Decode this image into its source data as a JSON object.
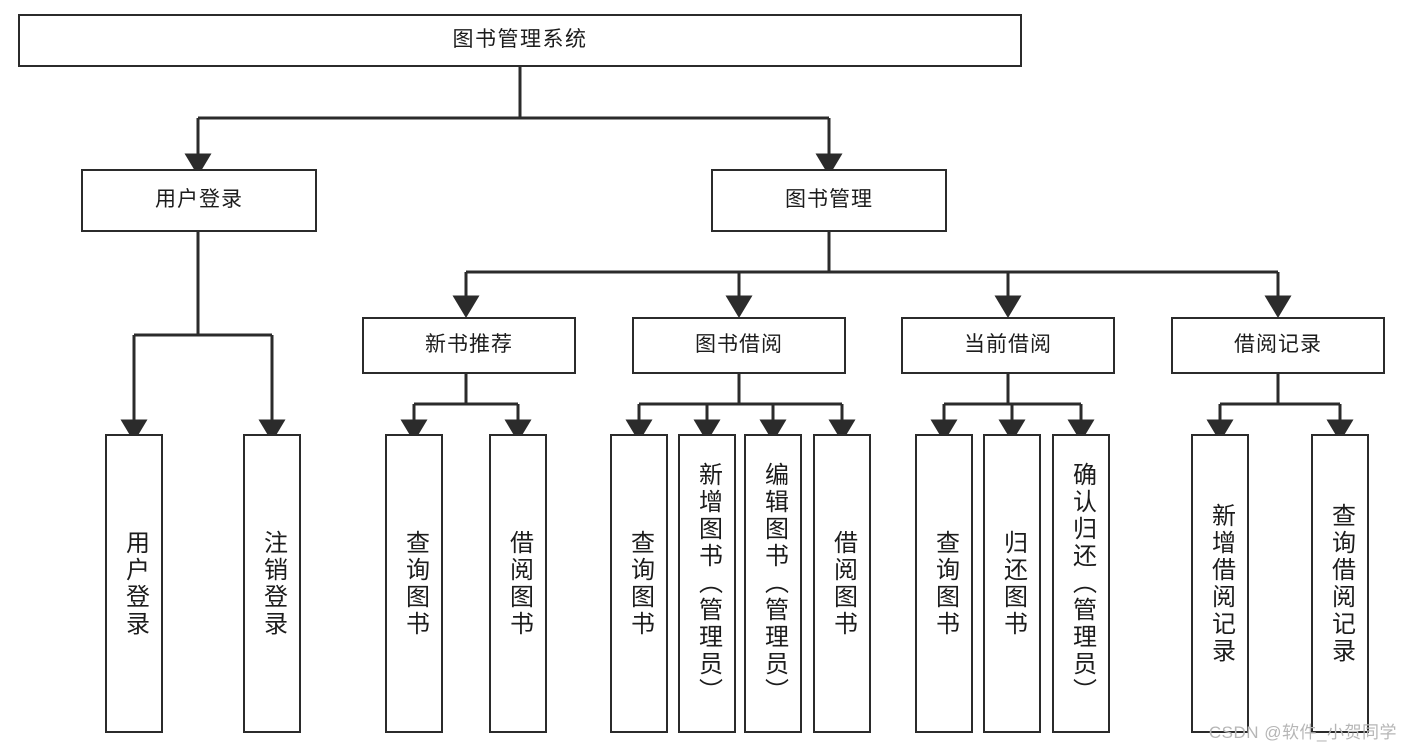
{
  "diagram": {
    "title": "图书管理系统",
    "type": "tree-hierarchy-chart",
    "colors": {
      "box_border": "#2b2b2b",
      "box_fill": "#ffffff",
      "edge": "#2b2b2b",
      "text": "#1c1c1c",
      "watermark": "#b6b6b6",
      "background": "#ffffff"
    },
    "watermark": "CSDN @软件_小贺同学",
    "nodes": {
      "root": {
        "label": "图书管理系统"
      },
      "level2": [
        {
          "id": "user-login",
          "label": "用户登录"
        },
        {
          "id": "book-manage",
          "label": "图书管理"
        }
      ],
      "level3": [
        {
          "id": "new-book-recommend",
          "label": "新书推荐"
        },
        {
          "id": "book-borrow",
          "label": "图书借阅"
        },
        {
          "id": "current-borrow",
          "label": "当前借阅"
        },
        {
          "id": "borrow-record",
          "label": "借阅记录"
        }
      ],
      "leaves": {
        "user-login": [
          {
            "id": "leaf-user-login",
            "label": "用户登录"
          },
          {
            "id": "leaf-logout",
            "label": "注销登录"
          }
        ],
        "new-book-recommend": [
          {
            "id": "leaf-query-book-1",
            "label": "查询图书"
          },
          {
            "id": "leaf-borrow-book-1",
            "label": "借阅图书"
          }
        ],
        "book-borrow": [
          {
            "id": "leaf-query-book-2",
            "label": "查询图书"
          },
          {
            "id": "leaf-add-book",
            "label": "新增图书（管理员）"
          },
          {
            "id": "leaf-edit-book",
            "label": "编辑图书（管理员）"
          },
          {
            "id": "leaf-borrow-book-2",
            "label": "借阅图书"
          }
        ],
        "current-borrow": [
          {
            "id": "leaf-query-book-3",
            "label": "查询图书"
          },
          {
            "id": "leaf-return-book",
            "label": "归还图书"
          },
          {
            "id": "leaf-confirm-return",
            "label": "确认归还（管理员）"
          }
        ],
        "borrow-record": [
          {
            "id": "leaf-add-record",
            "label": "新增借阅记录"
          },
          {
            "id": "leaf-query-record",
            "label": "查询借阅记录"
          }
        ]
      }
    }
  }
}
